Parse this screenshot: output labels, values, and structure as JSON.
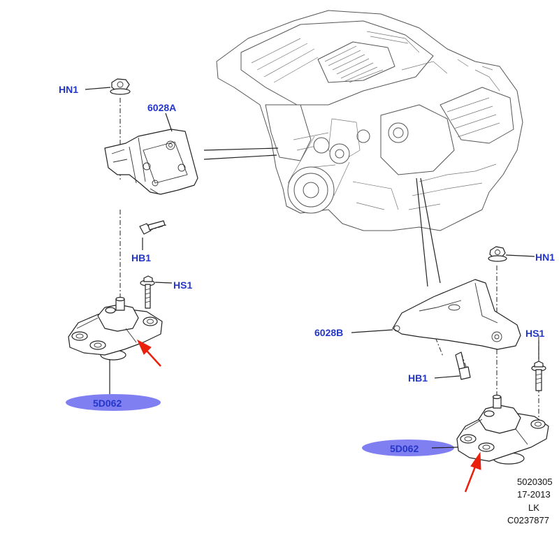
{
  "labels": {
    "hn1_left": "HN1",
    "label_6028a": "6028A",
    "hb1_left": "HB1",
    "hs1_left": "HS1",
    "mount_left": "5D062",
    "hn1_right": "HN1",
    "hs1_right": "HS1",
    "label_6028b": "6028B",
    "hb1_right": "HB1",
    "mount_right": "5D062"
  },
  "reference": {
    "line1": "5020305",
    "line2": "17-2013",
    "line3": "LK",
    "line4": "C0237877"
  },
  "colors": {
    "label_blue": "#2436c8",
    "highlight_oval": "#7f7ff2",
    "arrow_red": "#e8200c"
  }
}
